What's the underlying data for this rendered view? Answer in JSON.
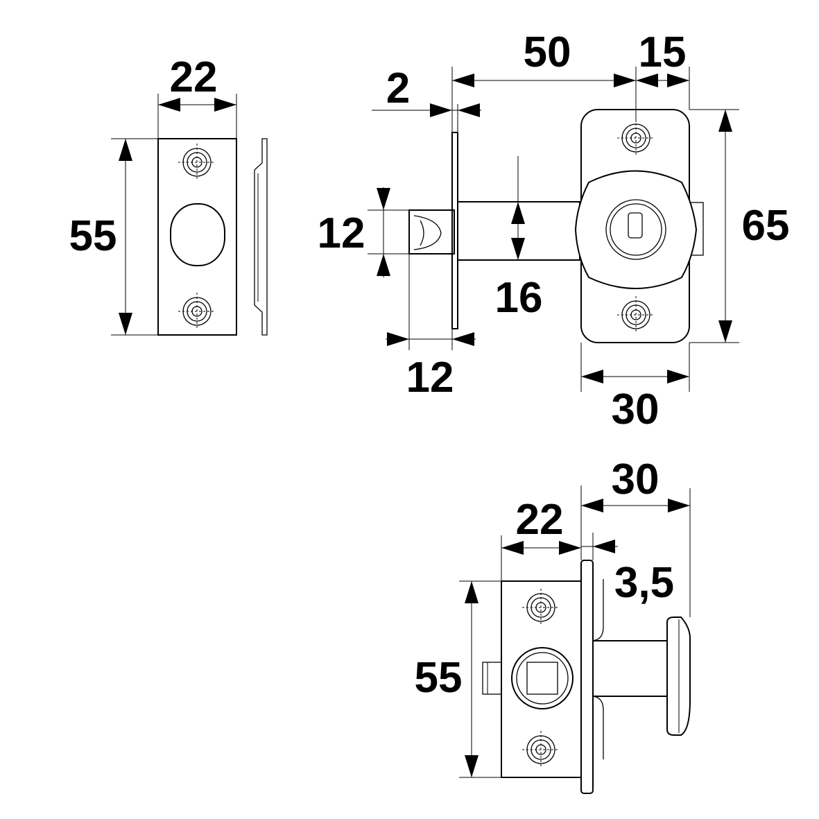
{
  "diagram": {
    "strike_plate": {
      "width_label": "22",
      "height_label": "55"
    },
    "side_view": {
      "flange_thickness_label": "2",
      "body_length_label": "50",
      "knob_depth_label": "15",
      "bolt_diameter_label": "12",
      "shaft_diameter_label": "16",
      "bolt_projection_label": "12",
      "plate_height_label": "65",
      "plate_width_label": "30"
    },
    "front_view": {
      "body_width_label": "22",
      "overall_depth_label": "30",
      "plate_thickness_label": "3,5",
      "height_label": "55"
    }
  }
}
